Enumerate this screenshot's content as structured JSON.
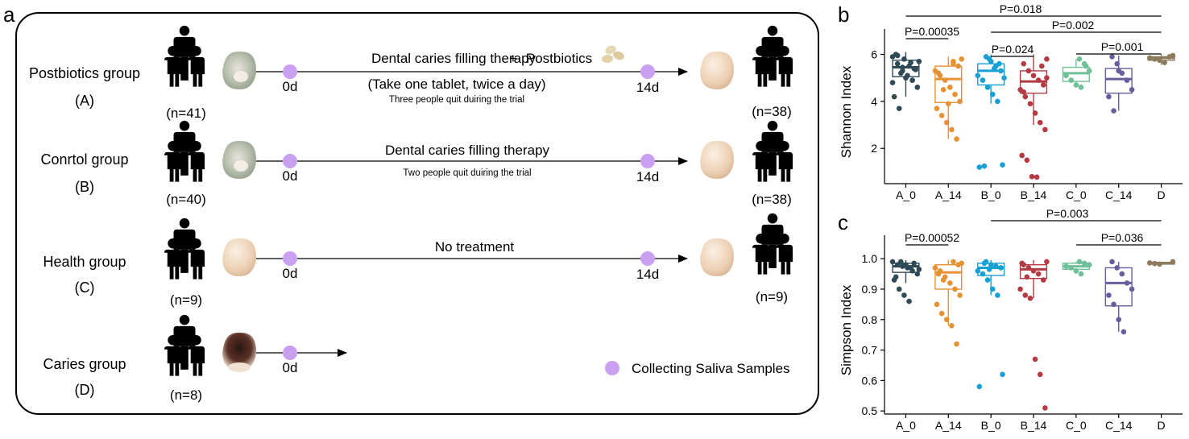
{
  "panel_a": {
    "letter": "a",
    "groups": [
      {
        "name": "Postbiotics group",
        "code": "(A)",
        "n_start": "(n=41)",
        "n_end": "(n=38)",
        "day0": "0d",
        "day14": "14d",
        "line1": "Dental caries filling therapy",
        "plus": "+",
        "line1b": "Postbiotics",
        "line2": "(Take one tablet, twice a day)",
        "note": "Three people quit duiring the trial"
      },
      {
        "name": "Conrtol group",
        "code": "(B)",
        "n_start": "(n=40)",
        "n_end": "(n=38)",
        "day0": "0d",
        "day14": "14d",
        "line1": "Dental caries filling therapy",
        "note": "Two people quit duiring the trial"
      },
      {
        "name": "Health group",
        "code": "(C)",
        "n_start": "(n=9)",
        "n_end": "(n=9)",
        "day0": "0d",
        "day14": "14d",
        "line1": "No treatment"
      },
      {
        "name": "Caries group",
        "code": "(D)",
        "n_start": "(n=8)",
        "day0": "0d"
      }
    ],
    "legend_label": "Collecting Saliva Samples",
    "colors": {
      "sample_dot": "#c9a0ef",
      "people": "#000000",
      "border": "#000000"
    },
    "icons": [
      "people-group-icon",
      "tooth-icon",
      "postbiotic-tablets-icon"
    ]
  },
  "panel_b": {
    "letter": "b",
    "chart_data": {
      "type": "boxplot",
      "ylabel": "Shannon Index",
      "categories": [
        "A_0",
        "A_14",
        "B_0",
        "B_14",
        "C_0",
        "C_14",
        "D"
      ],
      "yticks": [
        2,
        4,
        6
      ],
      "ylim": [
        0.5,
        6.6
      ],
      "colors": [
        "#2f4a56",
        "#e59235",
        "#17a0d6",
        "#b43a44",
        "#6fbf98",
        "#6a5d9e",
        "#8c7b5c"
      ],
      "boxes": [
        {
          "q1": 5.05,
          "median": 5.45,
          "q3": 5.75,
          "whisker_low": 4.2,
          "whisker_high": 6.1
        },
        {
          "q1": 3.95,
          "median": 4.95,
          "q3": 5.5,
          "whisker_low": 2.4,
          "whisker_high": 5.9
        },
        {
          "q1": 4.7,
          "median": 5.3,
          "q3": 5.6,
          "whisker_low": 3.9,
          "whisker_high": 6.0
        },
        {
          "q1": 4.35,
          "median": 4.85,
          "q3": 5.3,
          "whisker_low": 3.0,
          "whisker_high": 6.0
        },
        {
          "q1": 4.85,
          "median": 5.2,
          "q3": 5.45,
          "whisker_low": 4.6,
          "whisker_high": 5.8
        },
        {
          "q1": 4.35,
          "median": 4.95,
          "q3": 5.4,
          "whisker_low": 3.6,
          "whisker_high": 5.95
        },
        {
          "q1": 5.75,
          "median": 5.85,
          "q3": 5.9,
          "whisker_low": 5.55,
          "whisker_high": 6.0
        }
      ],
      "points": [
        [
          5.9,
          5.6,
          5.3,
          5.1,
          4.9,
          4.6,
          4.2,
          3.7,
          5.8,
          5.5,
          5.4,
          5.7,
          6.0,
          5.2,
          5.0,
          5.65,
          5.35,
          4.8,
          5.95,
          5.45
        ],
        [
          5.7,
          5.5,
          5.3,
          5.1,
          4.9,
          4.6,
          4.3,
          4.0,
          3.7,
          3.4,
          3.1,
          2.8,
          2.4,
          5.8,
          5.2,
          4.5,
          3.9,
          5.6
        ],
        [
          5.9,
          5.7,
          5.5,
          5.3,
          5.1,
          4.9,
          4.6,
          4.3,
          4.0,
          1.3,
          1.2,
          1.25,
          5.8,
          5.4,
          5.6,
          5.0
        ],
        [
          5.8,
          5.6,
          5.3,
          5.1,
          4.9,
          4.7,
          4.5,
          4.2,
          3.9,
          3.5,
          3.1,
          2.8,
          1.7,
          1.5,
          0.8,
          0.78,
          5.5,
          5.0,
          4.4
        ],
        [
          5.8,
          5.6,
          5.3,
          5.1,
          4.9,
          4.7,
          4.6,
          5.5
        ],
        [
          5.9,
          5.6,
          5.2,
          4.9,
          4.5,
          4.2,
          3.6,
          5.3
        ],
        [
          5.95,
          5.85,
          5.8,
          5.75,
          5.65,
          5.9
        ]
      ],
      "comparisons": [
        {
          "label": "P=0.018",
          "from": 0,
          "to": 6
        },
        {
          "label": "P=0.00035",
          "from": 0,
          "to": 1
        },
        {
          "label": "P=0.002",
          "from": 2,
          "to": 6
        },
        {
          "label": "P=0.024",
          "from": 2,
          "to": 3
        },
        {
          "label": "P=0.001",
          "from": 4,
          "to": 6
        }
      ]
    }
  },
  "panel_c": {
    "letter": "c",
    "chart_data": {
      "type": "boxplot",
      "ylabel": "Simpson Index",
      "categories": [
        "A_0",
        "A_14",
        "B_0",
        "B_14",
        "C_0",
        "C_14",
        "D"
      ],
      "yticks": [
        "0.5",
        "0.6",
        "0.7",
        "0.8",
        "0.9",
        "1.0"
      ],
      "ylim": [
        0.49,
        1.04
      ],
      "colors": [
        "#2f4a56",
        "#e59235",
        "#17a0d6",
        "#b43a44",
        "#6fbf98",
        "#6a5d9e",
        "#8c7b5c"
      ],
      "boxes": [
        {
          "q1": 0.955,
          "median": 0.975,
          "q3": 0.985,
          "whisker_low": 0.92,
          "whisker_high": 0.995
        },
        {
          "q1": 0.9,
          "median": 0.955,
          "q3": 0.98,
          "whisker_low": 0.78,
          "whisker_high": 0.995
        },
        {
          "q1": 0.945,
          "median": 0.97,
          "q3": 0.985,
          "whisker_low": 0.88,
          "whisker_high": 0.995
        },
        {
          "q1": 0.935,
          "median": 0.965,
          "q3": 0.98,
          "whisker_low": 0.87,
          "whisker_high": 0.995
        },
        {
          "q1": 0.965,
          "median": 0.975,
          "q3": 0.985,
          "whisker_low": 0.95,
          "whisker_high": 0.99
        },
        {
          "q1": 0.845,
          "median": 0.92,
          "q3": 0.97,
          "whisker_low": 0.76,
          "whisker_high": 0.99
        },
        {
          "q1": 0.982,
          "median": 0.985,
          "q3": 0.988,
          "whisker_low": 0.98,
          "whisker_high": 0.99
        }
      ],
      "points": [
        [
          0.99,
          0.98,
          0.975,
          0.97,
          0.96,
          0.95,
          0.93,
          0.9,
          0.88,
          0.86,
          0.985,
          0.965,
          0.94,
          0.99,
          0.98,
          0.97
        ],
        [
          0.99,
          0.98,
          0.97,
          0.96,
          0.94,
          0.92,
          0.9,
          0.88,
          0.85,
          0.82,
          0.8,
          0.78,
          0.72,
          0.985,
          0.95,
          0.93
        ],
        [
          0.99,
          0.98,
          0.975,
          0.97,
          0.96,
          0.95,
          0.93,
          0.9,
          0.88,
          0.62,
          0.58,
          0.985,
          0.965
        ],
        [
          0.99,
          0.98,
          0.97,
          0.96,
          0.95,
          0.93,
          0.9,
          0.88,
          0.87,
          0.67,
          0.62,
          0.51,
          0.985,
          0.94
        ],
        [
          0.99,
          0.985,
          0.98,
          0.975,
          0.97,
          0.96,
          0.95
        ],
        [
          0.99,
          0.97,
          0.95,
          0.92,
          0.9,
          0.88,
          0.85,
          0.8,
          0.76
        ],
        [
          0.99,
          0.986,
          0.984,
          0.982
        ]
      ],
      "comparisons": [
        {
          "label": "P=0.003",
          "from": 2,
          "to": 6
        },
        {
          "label": "P=0.00052",
          "from": 0,
          "to": 1
        },
        {
          "label": "P=0.036",
          "from": 4,
          "to": 6
        }
      ]
    }
  }
}
